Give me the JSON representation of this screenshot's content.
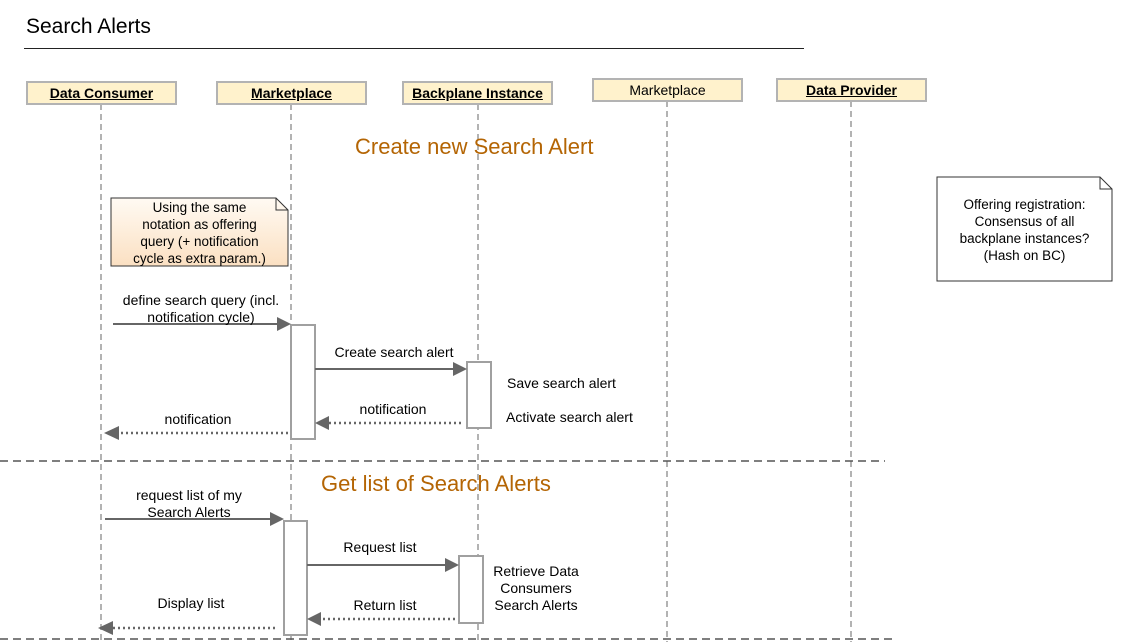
{
  "page": {
    "title": "Search Alerts"
  },
  "lifelines": [
    {
      "id": "consumer",
      "label": "Data Consumer",
      "bold": true
    },
    {
      "id": "marketplace1",
      "label": "Marketplace",
      "bold": true
    },
    {
      "id": "backplane",
      "label": "Backplane Instance",
      "bold": true
    },
    {
      "id": "marketplace2",
      "label": "Marketplace",
      "bold": false
    },
    {
      "id": "provider",
      "label": "Data Provider",
      "bold": true
    }
  ],
  "sections": {
    "create": "Create new Search Alert",
    "list": "Get list of Search Alerts"
  },
  "notes": {
    "notation": [
      "Using  the same",
      "notation as offering",
      "query (+ notification",
      "cycle as extra param.)"
    ],
    "registration": [
      "Offering registration:",
      "Consensus of all",
      "backplane instances?",
      "(Hash on BC)"
    ]
  },
  "messages": {
    "define_query": [
      "define search query (incl.",
      "notification cycle)"
    ],
    "create_alert": "Create search alert",
    "save_alert": "Save search alert",
    "activate_alert": "Activate search alert",
    "notification_return": "notification",
    "notification_consumer": "notification",
    "request_list_my": [
      "request list of my",
      "Search Alerts"
    ],
    "request_list": "Request list",
    "retrieve": [
      "Retrieve Data",
      "Consumers",
      "Search Alerts"
    ],
    "return_list": "Return list",
    "display_list": "Display list"
  },
  "colors": {
    "actor_fill": "#fff2cc",
    "actor_border": "#b3b3b3",
    "note_fill": "#fde6cc",
    "section_title": "#b46504",
    "arrow": "#666666"
  }
}
